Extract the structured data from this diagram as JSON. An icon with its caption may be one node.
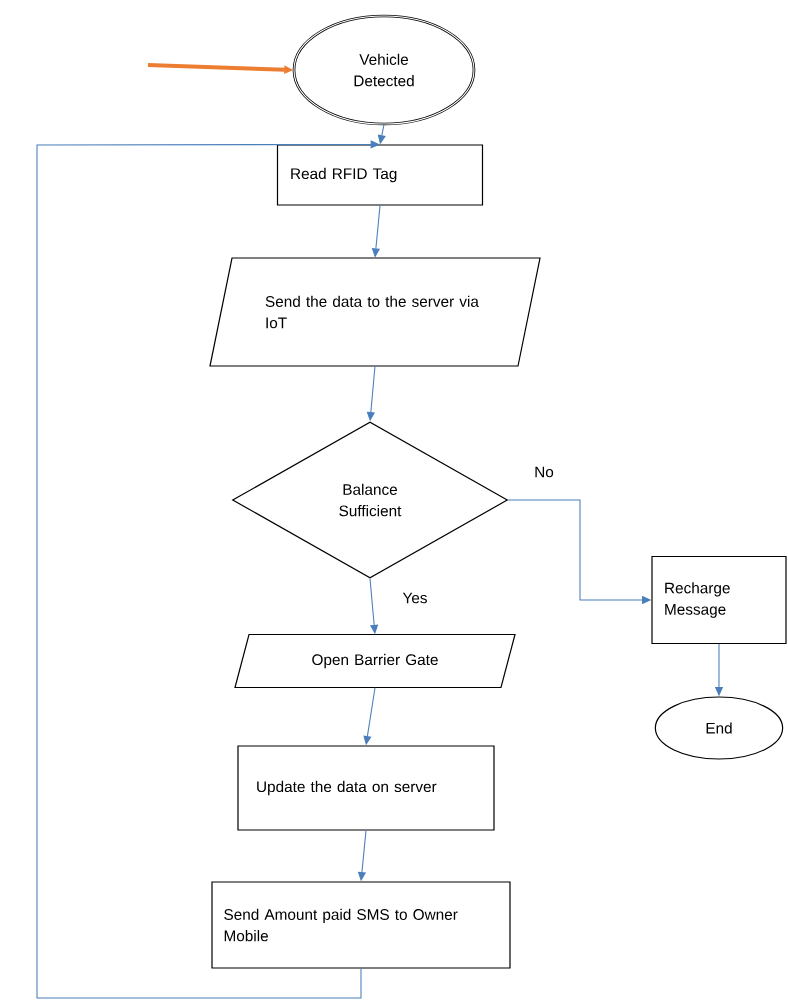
{
  "diagram": {
    "nodes": [
      {
        "text": [
          "Vehicle Detected"
        ]
      },
      {
        "text": [
          "Read RFID Tag"
        ]
      },
      {
        "text": [
          "Send the data to the server via IoT"
        ]
      },
      {
        "text": [
          "Balance Sufficient"
        ]
      },
      {
        "text": [
          "Open Barrier Gate"
        ]
      },
      {
        "text": [
          "Update the data on server"
        ]
      },
      {
        "text": [
          "Send Amount paid SMS to Owner Mobile"
        ]
      },
      {
        "text": [
          "Recharge Message"
        ]
      },
      {
        "text": [
          "End"
        ]
      }
    ],
    "edges": [
      {
        "from": null,
        "to": 0,
        "arrow": "to",
        "style": "thick",
        "color": "#ed7d31"
      },
      {
        "from": 0,
        "to": 1,
        "arrow": "to"
      },
      {
        "from": 1,
        "to": 2,
        "arrow": "to"
      },
      {
        "from": 2,
        "to": 3,
        "arrow": "to"
      },
      {
        "from": 3,
        "to": 4,
        "arrow": "to",
        "label": "Yes"
      },
      {
        "from": 3,
        "to": 7,
        "arrow": "to",
        "label": "No"
      },
      {
        "from": 7,
        "to": 8,
        "arrow": "to"
      },
      {
        "from": 4,
        "to": 5,
        "arrow": "to"
      },
      {
        "from": 5,
        "to": 6,
        "arrow": "to"
      },
      {
        "from": 6,
        "to": 1,
        "arrow": "to"
      }
    ]
  }
}
